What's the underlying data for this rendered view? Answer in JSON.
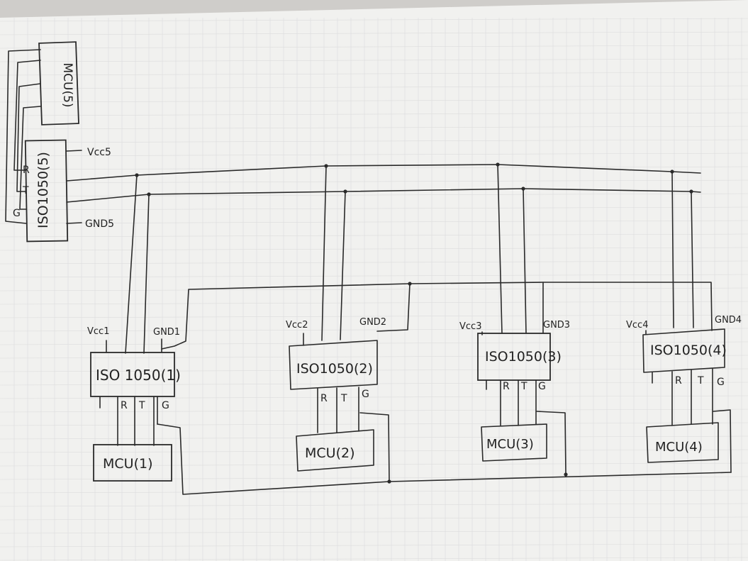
{
  "labels": {
    "mcu5": "MCU(5)",
    "iso5": "ISO1050(5)",
    "vcc5": "Vcc5",
    "gnd5": "GND5",
    "r": "R",
    "t": "T",
    "g": "G",
    "vcc1": "Vcc1",
    "gnd1": "GND1",
    "iso1": "ISO 1050(1)",
    "mcu1": "MCU(1)",
    "vcc2": "Vcc2",
    "gnd2": "GND2",
    "iso2": "ISO1050(2)",
    "mcu2": "MCU(2)",
    "vcc3": "Vcc3",
    "gnd3": "GND3",
    "iso3": "ISO1050(3)",
    "mcu3": "MCU(3)",
    "vcc4": "Vcc4",
    "gnd4": "GND4",
    "iso4": "ISO1050(4)",
    "mcu4": "MCU(4)"
  },
  "colors": {
    "paper": "#f1f1ef",
    "grid": "#dcdcdc",
    "ink": "#2a2a2a",
    "desk": "#cfcdca"
  }
}
